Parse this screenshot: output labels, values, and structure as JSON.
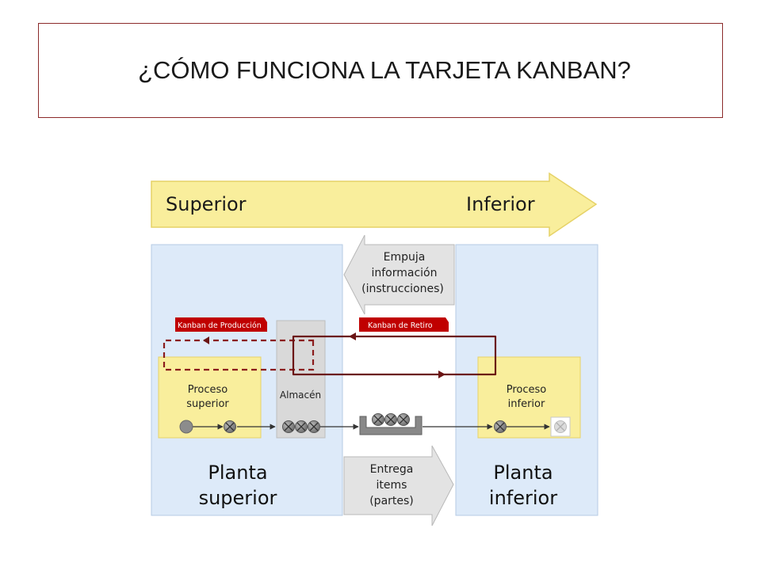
{
  "slide": {
    "title": "¿CÓMO FUNCIONA LA TARJETA KANBAN?"
  },
  "diagram": {
    "direction": {
      "upstream": "Superior",
      "downstream": "Inferior"
    },
    "info_arrow": [
      "Empuja",
      "información",
      "(instrucciones)"
    ],
    "delivery_arrow": [
      "Entrega",
      "items",
      "(partes)"
    ],
    "production_kanban": "Kanban de Producción",
    "withdrawal_kanban": "Kanban de Retiro",
    "upper_process": [
      "Proceso",
      "superior"
    ],
    "warehouse": "Almacén",
    "lower_process": [
      "Proceso",
      "inferior"
    ],
    "upper_plant": [
      "Planta",
      "superior"
    ],
    "lower_plant": [
      "Planta",
      "inferior"
    ]
  }
}
